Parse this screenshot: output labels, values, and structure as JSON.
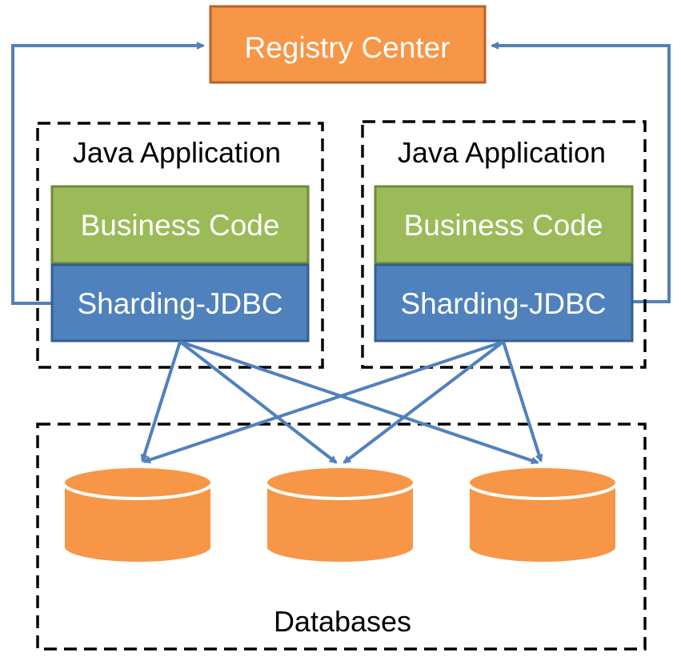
{
  "registry": {
    "label": "Registry Center"
  },
  "apps": [
    {
      "title": "Java Application",
      "business_label": "Business Code",
      "sharding_label": "Sharding-JDBC"
    },
    {
      "title": "Java Application",
      "business_label": "Business Code",
      "sharding_label": "Sharding-JDBC"
    }
  ],
  "databases": {
    "label": "Databases",
    "count": 3
  },
  "colors": {
    "registry_fill": "#f79646",
    "business_fill": "#9bbb59",
    "sharding_fill": "#4f81bd",
    "connector": "#4f81bd",
    "database_fill": "#f79646"
  }
}
